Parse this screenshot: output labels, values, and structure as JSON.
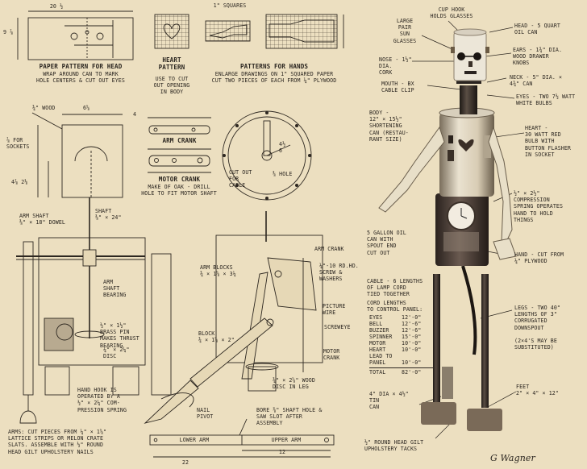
{
  "grid_scale": "1\" SQUARES",
  "head_pattern": {
    "dim_width": "20 ½",
    "dim_height": "9 ⅞",
    "title": "PAPER PATTERN FOR HEAD",
    "note": "WRAP AROUND CAN TO MARK\nHOLE CENTERS & CUT OUT EYES"
  },
  "heart_pattern": {
    "title": "HEART\nPATTERN",
    "note": "USE TO CUT\nOUT OPENING\nIN BODY"
  },
  "hand_patterns": {
    "title": "PATTERNS FOR HANDS",
    "note": "ENLARGE DRAWINGS ON 1\" SQUARED PAPER\nCUT TWO PIECES OF EACH FROM ¼\" PLYWOOD"
  },
  "socket_block": {
    "wood": "¾\" WOOD",
    "width": "6⅝",
    "sockets": "⅞ FOR\nSOCKETS",
    "heights": "4⅞  2⅛"
  },
  "cranks": {
    "arm_dims": "4",
    "arm_crank": "ARM CRANK",
    "motor_crank": "MOTOR CRANK",
    "note": "MAKE OF OAK - DRILL\nHOLE TO FIT MOTOR SHAFT"
  },
  "disc": {
    "cutout": "CUT OUT\nFOR\nCABLE",
    "hole": "⅜ HOLE",
    "dims": "4½\n6"
  },
  "mechanism": {
    "arm_shaft": "ARM SHAFT\n⅜\" × 18\" DOWEL",
    "shaft": "SHAFT\n⅜\" × 24\"",
    "bearing": "ARM\nSHAFT\nBEARING",
    "brass_pin": "½\" × 1½\"\nBRASS PIN\nMAKES THRUST\nBEARING",
    "disc_size": "¼\" × 2¼\"\nDISC",
    "hand_hook": "HAND HOOK IS\nOPERATED BY A\n½\" × 2¼\" COM-\nPRESSION SPRING",
    "arms_note": "ARMS: CUT PIECES FROM ¼\" × 1⅝\"\nLATTICE STRIPS OR MELON CRATE\nSLATS. ASSEMBLE WITH ½\" ROUND\nHEAD GILT UPHOLSTERY NAILS",
    "arm_blocks": "ARM BLOCKS\n¾ × 1⅝ × 3¼",
    "arm_crank_side": "ARM CRANK",
    "rod": "¼\"-10 RD.HD.\nSCREW &\nWASHERS",
    "picture_wire": "PICTURE\nWIRE",
    "screweye": "SCREWEYE",
    "motor_crank_side": "MOTOR\nCRANK",
    "block": "BLOCK\n¾ × 1⅝ × 2\"",
    "wood_disc": "¾\" × 2⅝\" WOOD\nDISC IN LEG",
    "nail_pivot": "NAIL\nPIVOT",
    "bore": "BORE ⅜\" SHAFT HOLE &\nSAW SLOT AFTER\nASSEMBLY"
  },
  "arm_assembly": {
    "lower_arm": "LOWER ARM",
    "upper_arm": "UPPER ARM",
    "total": "22",
    "upper": "12"
  },
  "robot": {
    "cup_hook": "CUP HOOK\nHOLDS GLASSES",
    "glasses": "LARGE\nPAIR\nSUN\nGLASSES",
    "head": "HEAD - 5 QUART\nOIL CAN",
    "ears": "EARS - 1¾\" DIA.\nWOOD DRAWER\nKNOBS",
    "nose": "NOSE - 1½\" DIA.\nCORK",
    "neck": "NECK - 5\" DIA. ×\n4¾\" CAN",
    "mouth": "MOUTH - BX\nCABLE CLIP",
    "eyes": "EYES - TWO 7½ WATT\nWHITE BULBS",
    "body": "BODY -\n12\" × 15½\"\nSHORTENING\nCAN (RESTAU-\nRANT SIZE)",
    "heart": "HEART -\n30 WATT RED\nBULB WITH\nBUTTON FLASHER\nIN SOCKET",
    "spring": "½\" × 2½\"\nCOMPRESSION\nSPRING OPERATES\nHAND TO HOLD\nTHINGS",
    "oil_can": "5 GALLON OIL\nCAN WITH\nSPOUT END\nCUT OUT",
    "hand": "HAND - CUT FROM\n¼\" PLYWOOD",
    "cable": "CABLE - 6 LENGTHS\nOF LAMP CORD\nTIED TOGETHER",
    "legs": "LEGS - TWO 40\"\nLENGTHS OF 3\"\nCORRUGATED\nDOWNSPOUT\n\n(2×4'S MAY BE\nSUBSTITUTED)",
    "feet": "FEET\n2\" × 4\" × 12\"",
    "tin_can": "4\" DIA × 4½\"\nTIN\nCAN",
    "tacks": "½\" ROUND HEAD GILT\nUPHOLSTERY TACKS"
  },
  "cord_table": {
    "heading": "CORD LENGTHS\nTO CONTROL PANEL:",
    "rows": [
      {
        "item": "EYES",
        "length": "12'-0\""
      },
      {
        "item": "BELL",
        "length": "12'-6\""
      },
      {
        "item": "BUZZER",
        "length": "12'-6\""
      },
      {
        "item": "SPINNER",
        "length": "15'-0\""
      },
      {
        "item": "MOTOR",
        "length": "10'-0\""
      },
      {
        "item": "HEART",
        "length": "10'-0\""
      },
      {
        "item": "LEAD TO\nPANEL",
        "length": "10'-0\""
      },
      {
        "item": "TOTAL",
        "length": "82'-0\""
      }
    ]
  },
  "signature": "G Wagner"
}
